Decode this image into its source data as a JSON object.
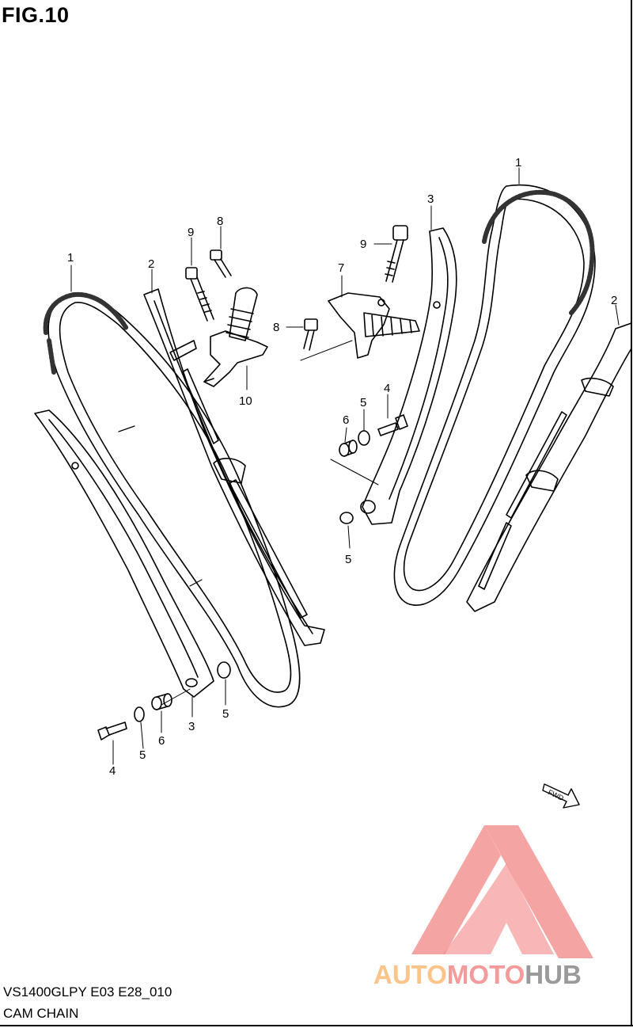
{
  "figure": {
    "title": "FIG.10"
  },
  "footer": {
    "model_code": "VS1400GLPY E03 E28_010",
    "section_name": "CAM CHAIN"
  },
  "fwd_label": "FWD",
  "watermark": {
    "part_a": "AUTO",
    "part_b": "MOTO",
    "part_c": "HUB"
  },
  "callouts": {
    "c1": "1",
    "c2": "2",
    "c3": "9",
    "c4": "8",
    "c5": "10",
    "c6": "3",
    "c7": "5",
    "c8": "6",
    "c9": "4",
    "c10": "5",
    "c11": "1",
    "c12": "3",
    "c13": "9",
    "c14": "7",
    "c15": "8",
    "c16": "6",
    "c17": "5",
    "c18": "4",
    "c19": "5",
    "c20": "2"
  },
  "colors": {
    "line": "#000000",
    "watermark_red": "#f07070",
    "watermark_orange": "#fbc48a",
    "watermark_gray": "#9a9a9a"
  }
}
